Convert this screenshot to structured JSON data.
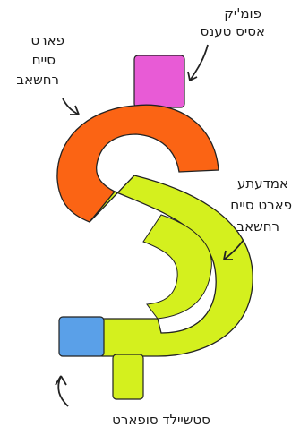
{
  "labels": {
    "top_right_line1": "פומ'יק",
    "top_right_line2": "אסיס טענס",
    "top_left_line1": "פארט",
    "top_left_line2": "סיים",
    "top_left_line3": "רחשאב",
    "mid_right_line1": "אמדעתע",
    "mid_right_line2": "פארט סיים",
    "mid_right_line3": "רחשאב",
    "bottom_line1": "סטשיילד סופארט"
  },
  "colors": {
    "magenta_block": "#e85bd6",
    "orange_section": "#fb6414",
    "yellow_green_section": "#d4f01e",
    "blue_block": "#5aa0e8",
    "outline": "#222222"
  }
}
